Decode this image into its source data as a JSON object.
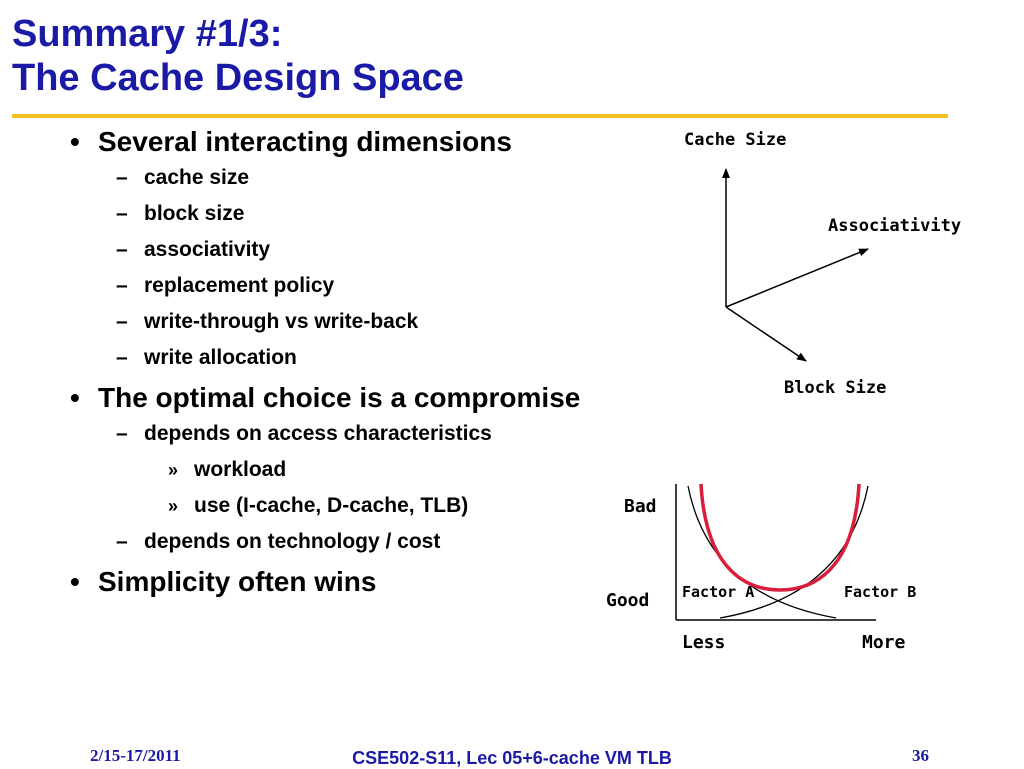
{
  "title": {
    "line1": "Summary #1/3:",
    "line2": "The Cache Design Space"
  },
  "bullets": {
    "b1": "Several interacting dimensions",
    "b1_items": [
      "cache size",
      "block size",
      "associativity",
      "replacement policy",
      "write-through vs write-back",
      "write allocation"
    ],
    "b2": "The optimal choice is a compromise",
    "b2_sub1": "depends on access characteristics",
    "b2_sub1_items": [
      "workload",
      "use (I-cache, D-cache, TLB)"
    ],
    "b2_sub2": "depends on technology / cost",
    "b3": "Simplicity often wins",
    "marks": {
      "l1": "•",
      "l2": "–",
      "l3": "»"
    }
  },
  "axes_diagram": {
    "cache_size": "Cache Size",
    "associativity": "Associativity",
    "block_size": "Block Size"
  },
  "tradeoff_diagram": {
    "bad": "Bad",
    "good": "Good",
    "factor_a": "Factor A",
    "factor_b": "Factor B",
    "less": "Less",
    "more": "More",
    "curve_color": "#d81e3c"
  },
  "footer": {
    "date": "2/15-17/2011",
    "course": "CSE502-S11, Lec 05+6-cache VM TLB",
    "page": "36"
  },
  "colors": {
    "title": "#1a1aa6",
    "rule": "#f0c020"
  }
}
